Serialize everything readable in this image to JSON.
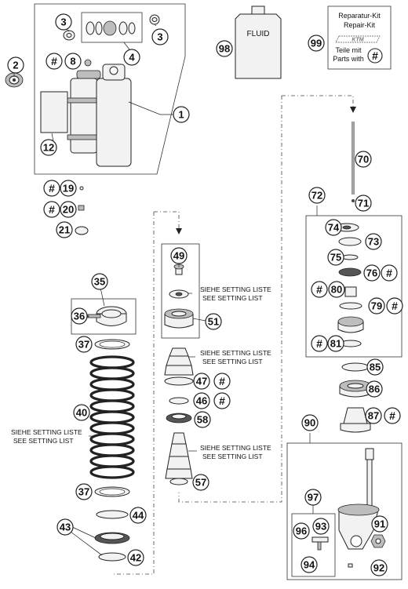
{
  "repair_kit": {
    "line1": "Reparatur-Kit",
    "line2": "Repair-Kit",
    "line3": "Teile mit",
    "line4": "Parts with",
    "hash": "#"
  },
  "fluid_label": "FLUID",
  "setting": {
    "de": "SIEHE SETTING LISTE",
    "en": "SEE SETTING LIST"
  },
  "hash_symbol": "#",
  "callouts": [
    "1",
    "2",
    "3",
    "4",
    "8",
    "12",
    "19",
    "20",
    "21",
    "35",
    "36",
    "37",
    "40",
    "42",
    "43",
    "44",
    "46",
    "47",
    "49",
    "51",
    "57",
    "58",
    "70",
    "71",
    "72",
    "73",
    "74",
    "75",
    "76",
    "79",
    "80",
    "81",
    "85",
    "86",
    "87",
    "90",
    "91",
    "92",
    "93",
    "94",
    "96",
    "97",
    "98",
    "99"
  ],
  "colors": {
    "line": "#222222",
    "fill_light": "#f2f2f2",
    "fill_mid": "#bdbdbd",
    "fill_dark": "#555555"
  }
}
